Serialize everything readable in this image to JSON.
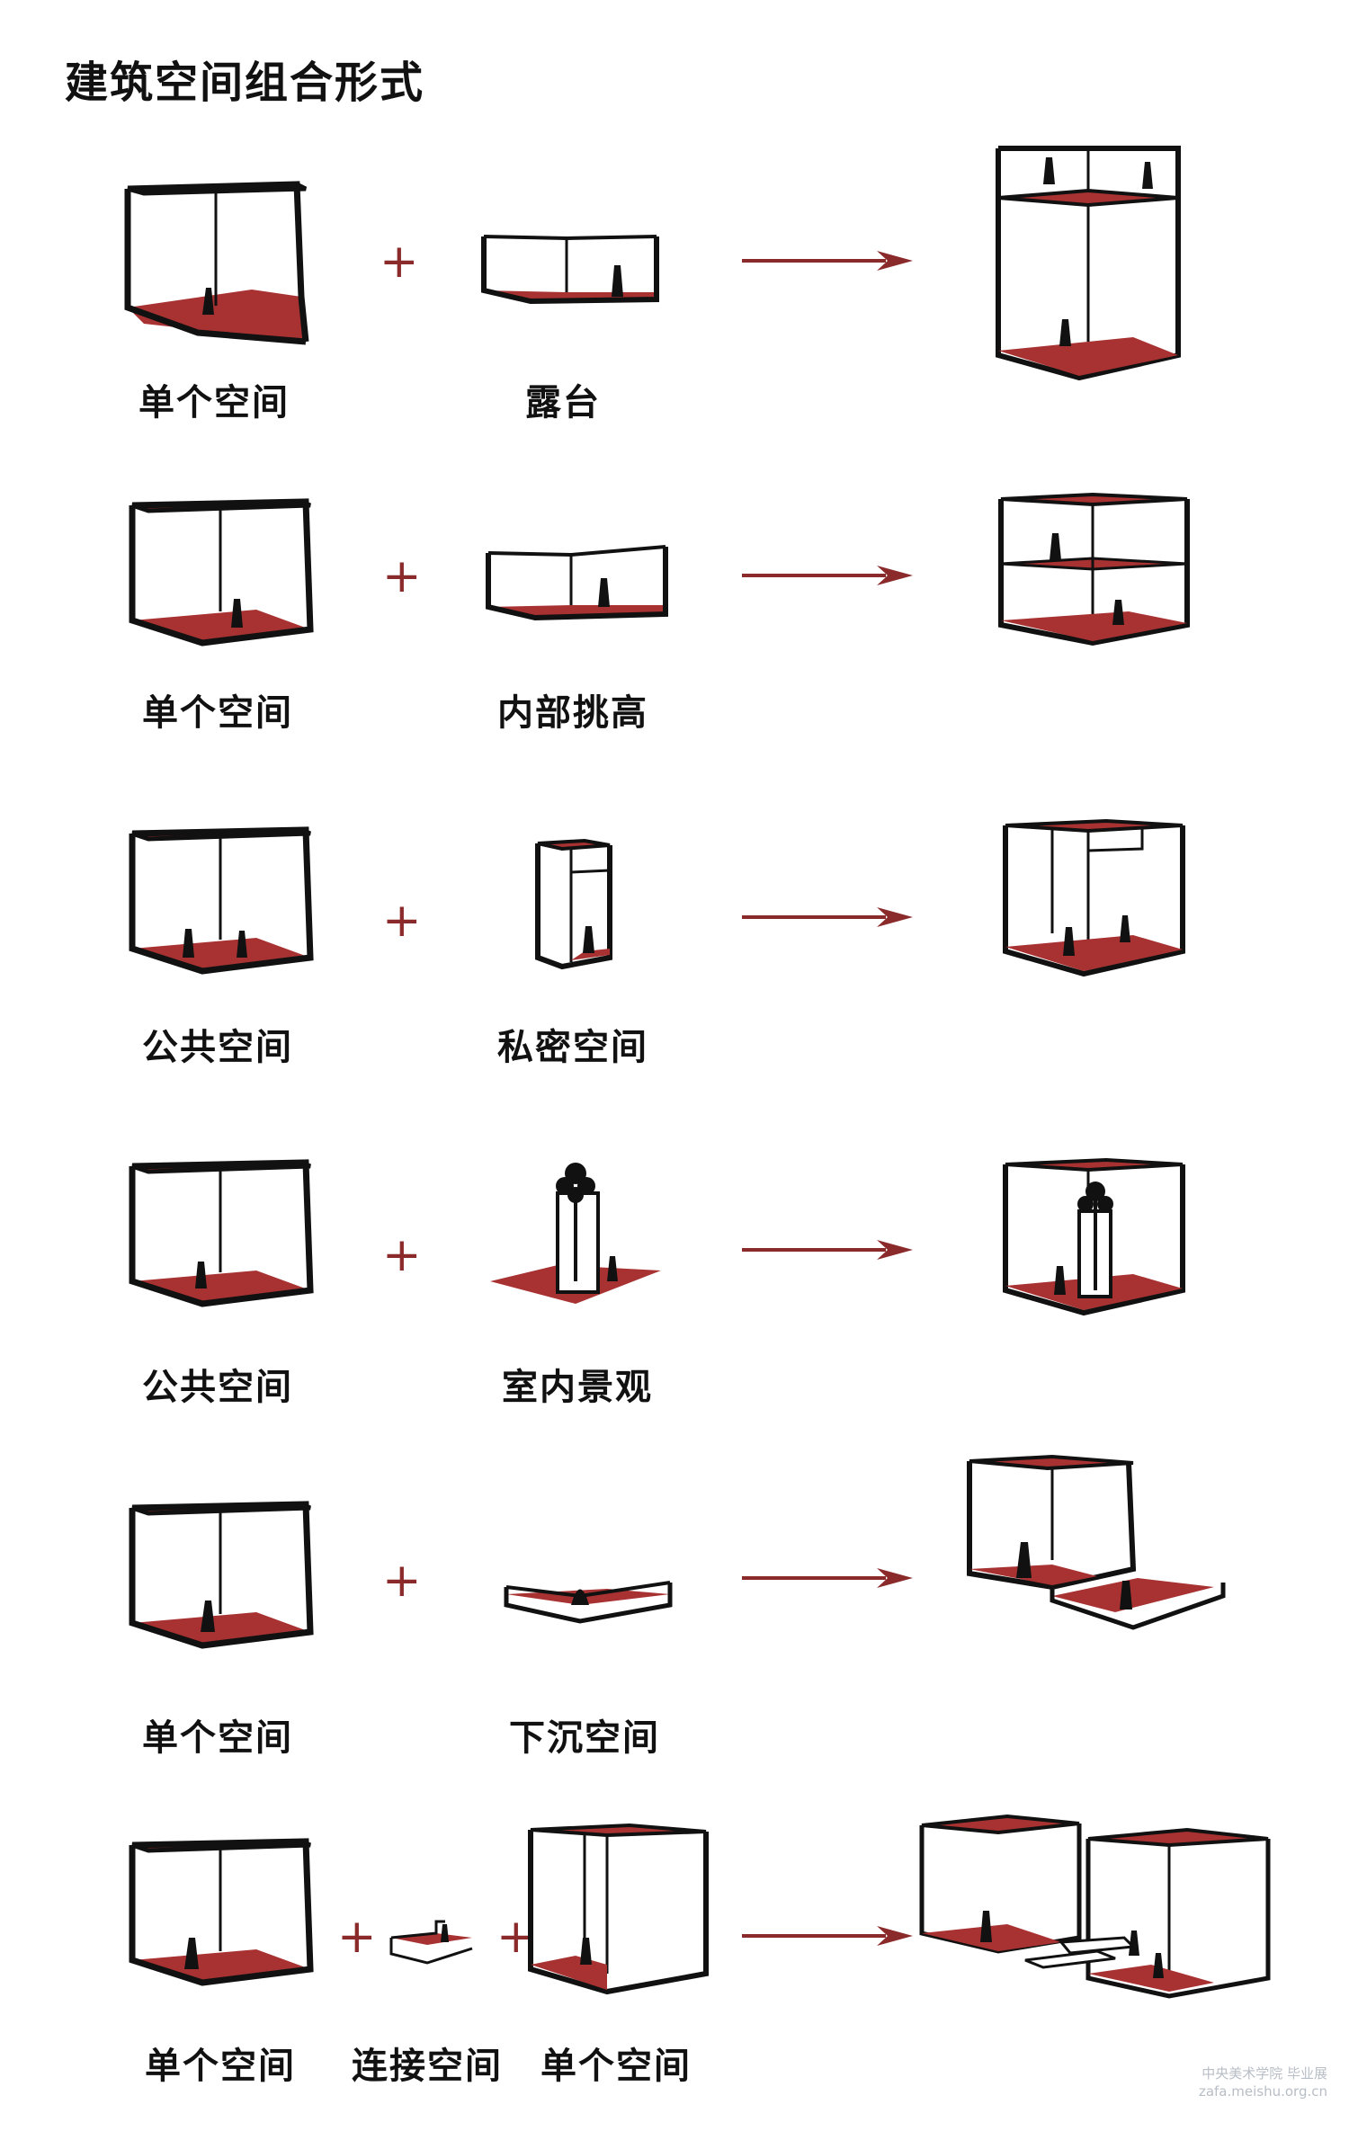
{
  "title": "建筑空间组合形式",
  "colors": {
    "floor": "#a83232",
    "line": "#111111",
    "arrow": "#8b2a2a"
  },
  "rows": [
    {
      "labels": [
        "单个空间",
        "露台"
      ]
    },
    {
      "labels": [
        "单个空间",
        "内部挑高"
      ]
    },
    {
      "labels": [
        "公共空间",
        "私密空间"
      ]
    },
    {
      "labels": [
        "公共空间",
        "室内景观"
      ]
    },
    {
      "labels": [
        "单个空间",
        "下沉空间"
      ]
    },
    {
      "labels": [
        "单个空间",
        "连接空间",
        "单个空间"
      ]
    }
  ],
  "plus_symbol": "+",
  "watermark": {
    "line1": "中央美术学院 毕业展",
    "line2": "zafa.meishu.org.cn"
  }
}
